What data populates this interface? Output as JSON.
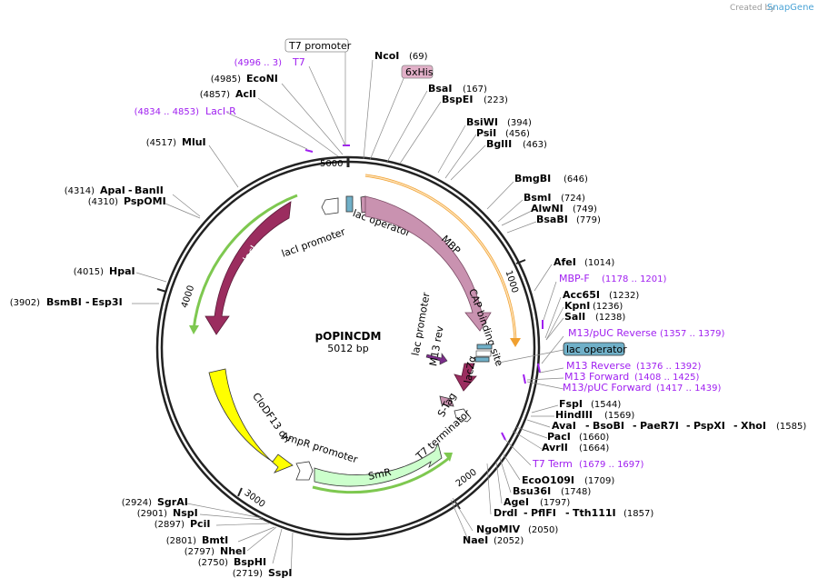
{
  "credit": {
    "prefix": "Created by",
    "brand": "SnapGene"
  },
  "plasmid": {
    "name": "pOPINCDM",
    "size": "5012 bp"
  },
  "ticks": [
    "1000",
    "2000",
    "3000",
    "4000",
    "5000"
  ],
  "features": {
    "lacI": "lacI",
    "lacI_promoter": "lacI promoter",
    "lac_operator": "lac operator",
    "MBP": "MBP",
    "CAP": "CAP binding site",
    "lac_promoter": "lac promoter",
    "lacZa": "lacZα",
    "M13rev": "M13 rev",
    "STag": "S-Tag",
    "T7term": "T7 terminator",
    "SmR": "SmR",
    "AmpR_promoter": "AmpR promoter",
    "CloDF13": "CloDF13 ori"
  },
  "boxed_labels": {
    "t7_promoter": "T7 promoter",
    "his": "6xHis",
    "lac_operator": "lac operator"
  },
  "enzymes": {
    "NcoI": {
      "name": "NcoI",
      "pos": "(69)"
    },
    "BsaI": {
      "name": "BsaI",
      "pos": "(167)"
    },
    "BspEI": {
      "name": "BspEI",
      "pos": "(223)"
    },
    "BsiWI": {
      "name": "BsiWI",
      "pos": "(394)"
    },
    "PsiI": {
      "name": "PsiI",
      "pos": "(456)"
    },
    "BglII": {
      "name": "BglII",
      "pos": "(463)"
    },
    "BmgBI": {
      "name": "BmgBI",
      "pos": "(646)"
    },
    "BsmI": {
      "name": "BsmI",
      "pos": "(724)"
    },
    "AlwNI": {
      "name": "AlwNI",
      "pos": "(749)"
    },
    "BsaBI": {
      "name": "BsaBI",
      "pos": "(779)"
    },
    "AfeI": {
      "name": "AfeI",
      "pos": "(1014)"
    },
    "Acc65I": {
      "name": "Acc65I",
      "pos": "(1232)"
    },
    "KpnI": {
      "name": "KpnI",
      "pos": "(1236)"
    },
    "SalI": {
      "name": "SalI",
      "pos": "(1238)"
    },
    "FspI": {
      "name": "FspI",
      "pos": "(1544)"
    },
    "HindIII": {
      "name": "HindIII",
      "pos": "(1569)"
    },
    "AvaI": {
      "name": "AvaI",
      "mid1": "BsoBI",
      "mid2": "PaeR7I",
      "mid3": "PspXI",
      "mid4": "XhoI",
      "pos": "(1585)"
    },
    "PacI": {
      "name": "PacI",
      "pos": "(1660)"
    },
    "AvrII": {
      "name": "AvrII",
      "pos": "(1664)"
    },
    "EcoO109I": {
      "name": "EcoO109I",
      "pos": "(1709)"
    },
    "Bsu36I": {
      "name": "Bsu36I",
      "pos": "(1748)"
    },
    "AgeI": {
      "name": "AgeI",
      "pos": "(1797)"
    },
    "DrdI": {
      "name": "DrdI",
      "mid": "PflFI",
      "mid2": "Tth111I",
      "pos": "(1857)"
    },
    "NgoMIV": {
      "name": "NgoMIV",
      "pos": "(2050)"
    },
    "NaeI": {
      "name": "NaeI",
      "pos": "(2052)"
    },
    "SspI": {
      "name": "SspI",
      "pos": "(2719)"
    },
    "BspHI": {
      "name": "BspHI",
      "pos": "(2750)"
    },
    "NheI": {
      "name": "NheI",
      "pos": "(2797)"
    },
    "BmtI": {
      "name": "BmtI",
      "pos": "(2801)"
    },
    "PciI": {
      "name": "PciI",
      "pos": "(2897)"
    },
    "NspI": {
      "name": "NspI",
      "pos": "(2901)"
    },
    "SgrAI": {
      "name": "SgrAI",
      "pos": "(2924)"
    },
    "BsmBI": {
      "name": "BsmBI",
      "mid": "Esp3I",
      "pos": "(3902)"
    },
    "HpaI": {
      "name": "HpaI",
      "pos": "(4015)"
    },
    "PspOMI": {
      "name": "PspOMI",
      "pos": "(4310)"
    },
    "ApaI": {
      "name": "ApaI",
      "mid": "BanII",
      "pos": "(4314)"
    },
    "MluI": {
      "name": "MluI",
      "pos": "(4517)"
    },
    "AclI": {
      "name": "AclI",
      "pos": "(4857)"
    },
    "EcoNI": {
      "name": "EcoNI",
      "pos": "(4985)"
    }
  },
  "primers": {
    "T7": {
      "name": "T7",
      "range": "(4996 .. 3)"
    },
    "LacIR": {
      "name": "LacI-R",
      "range": "(4834 .. 4853)"
    },
    "MBPF": {
      "name": "MBP-F",
      "range": "(1178 .. 1201)"
    },
    "M13pUCRev": {
      "name": "M13/pUC Reverse",
      "range": "(1357 .. 1379)"
    },
    "M13Rev": {
      "name": "M13 Reverse",
      "range": "(1376 .. 1392)"
    },
    "M13Fwd": {
      "name": "M13 Forward",
      "range": "(1408 .. 1425)"
    },
    "M13pUCFwd": {
      "name": "M13/pUC Forward",
      "range": "(1417 .. 1439)"
    },
    "T7Term": {
      "name": "T7 Term",
      "range": "(1679 .. 1697)"
    }
  },
  "colors": {
    "backbone": "#222222",
    "lacI": "#9b2d5f",
    "MBP": "#c992b0",
    "lacZ": "#9b2d5f",
    "ori": "#ffff00",
    "SmR": "#ccffcc",
    "operator_fill": "#70b0c8",
    "primer": "#a020f0",
    "orf_green": "#7ec850",
    "orf_orange": "#f0a030"
  }
}
